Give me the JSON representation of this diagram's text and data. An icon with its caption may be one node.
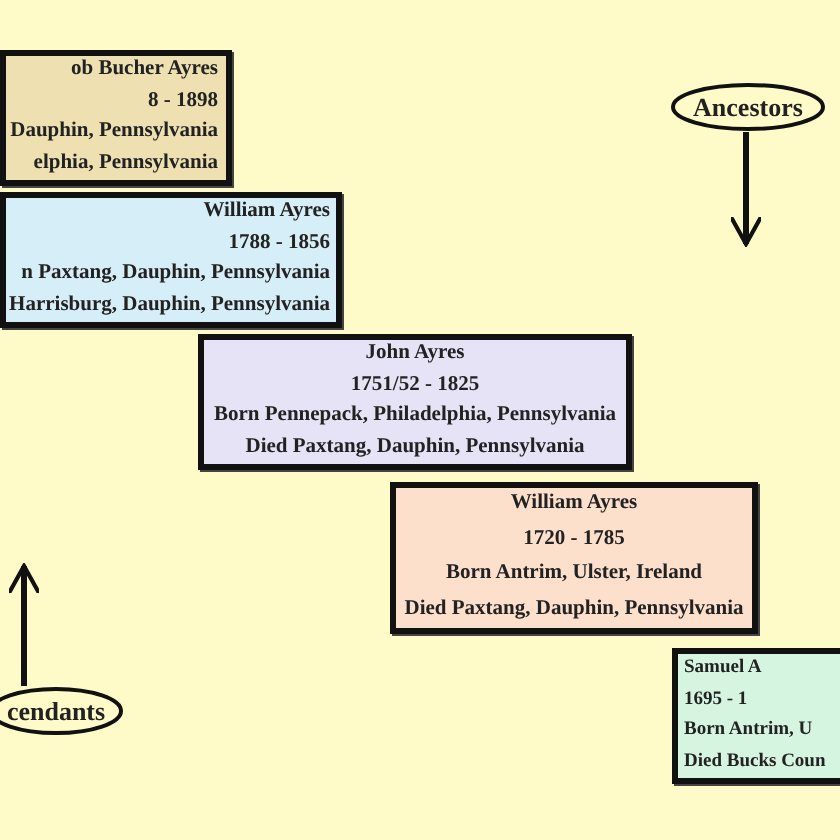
{
  "diagram": {
    "nodes": [
      {
        "text": [
          "ob Bucher Ayres",
          "8 - 1898",
          "Dauphin, Pennsylvania",
          "elphia, Pennsylvania"
        ]
      },
      {
        "text": [
          "William Ayres",
          "1788 - 1856",
          "n Paxtang, Dauphin, Pennsylvania",
          "Harrisburg, Dauphin, Pennsylvania"
        ]
      },
      {
        "text": [
          "John Ayres",
          "1751/52 - 1825",
          "Born Pennepack, Philadelphia, Pennsylvania",
          "Died Paxtang, Dauphin, Pennsylvania"
        ]
      },
      {
        "text": [
          "William Ayres",
          "1720 - 1785",
          "Born Antrim, Ulster, Ireland",
          "Died Paxtang, Dauphin, Pennsylvania"
        ]
      },
      {
        "text": [
          "Samuel A",
          "1695 - 1",
          "Born Antrim, U",
          "Died Bucks Coun"
        ]
      },
      {
        "text": [
          "Ancestors"
        ]
      },
      {
        "text": [
          "cendants"
        ]
      }
    ],
    "edges": [
      {
        "from": 5,
        "to": null,
        "arrow": "to"
      },
      {
        "from": 6,
        "to": null,
        "arrow": "to"
      }
    ]
  }
}
